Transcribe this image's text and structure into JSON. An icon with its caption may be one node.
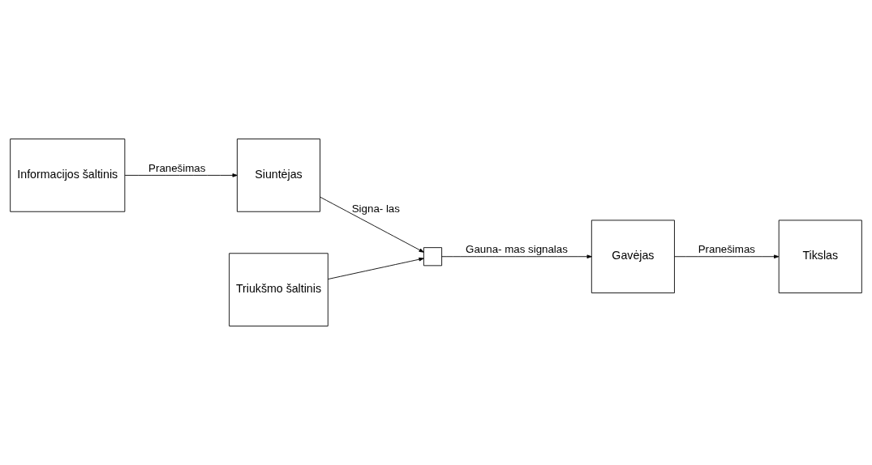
{
  "diagram": {
    "nodes": [
      {
        "text": [
          "Informacijos šaltinis"
        ]
      },
      {
        "text": [
          "Siuntėjas"
        ]
      },
      {
        "text": [],
        "shape": "box"
      },
      {
        "text": [
          "Gavėjas"
        ]
      },
      {
        "text": [
          "Tikslas"
        ]
      },
      {
        "text": [
          "Triukšmo šaltinis"
        ]
      }
    ],
    "edges": [
      {
        "from": 0,
        "to": 1,
        "arrow": "to",
        "label": "Pranešimas"
      },
      {
        "from": 1,
        "to": 2,
        "arrow": "to",
        "label": "Signa- las"
      },
      {
        "from": 2,
        "to": 3,
        "arrow": "to",
        "label": "Gauna- mas signalas"
      },
      {
        "from": 3,
        "to": 4,
        "arrow": "to",
        "label": "Pranešimas"
      },
      {
        "from": 5,
        "to": 2,
        "arrow": "to"
      }
    ]
  }
}
